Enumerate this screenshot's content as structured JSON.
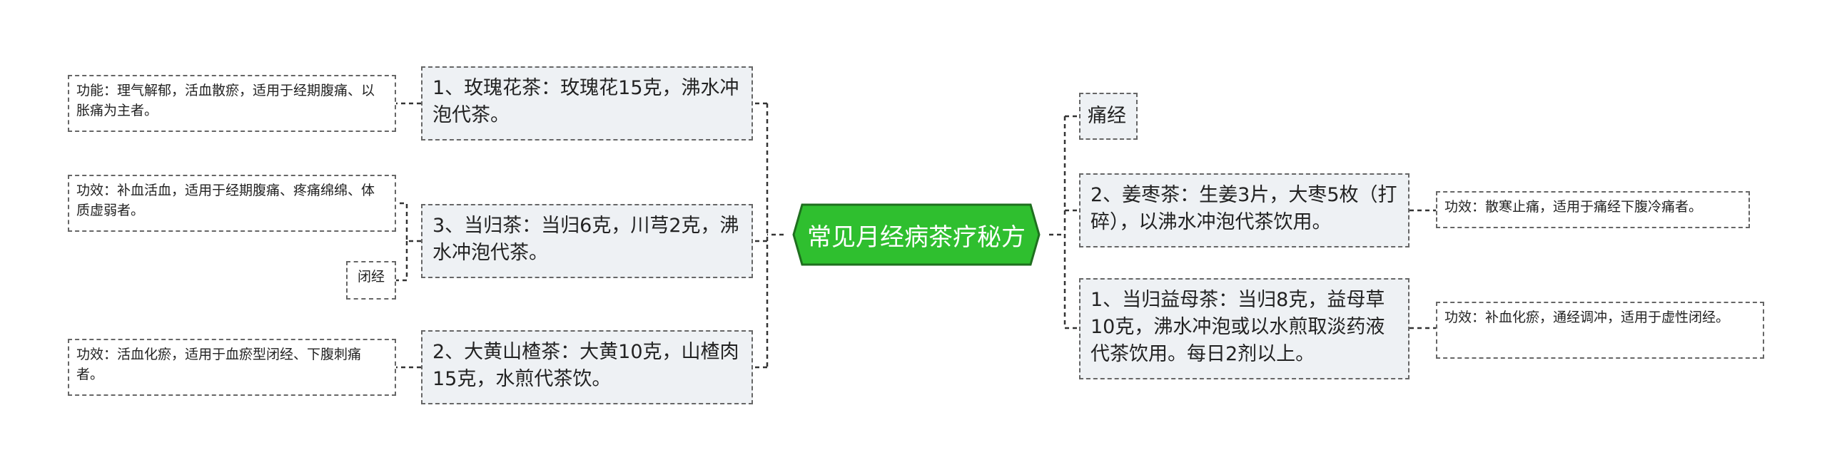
{
  "center": {
    "title": "常见月经病茶疗秘方"
  },
  "left": [
    {
      "text": "1、玫瑰花茶：玫瑰花15克，沸水冲泡代茶。",
      "notes": [
        "功能：理气解郁，活血散瘀，适用于经期腹痛、以胀痛为主者。"
      ]
    },
    {
      "text": "3、当归茶：当归6克，川芎2克，沸水冲泡代茶。",
      "notes": [
        "功效：补血活血，适用于经期腹痛、疼痛绵绵、体质虚弱者。",
        "闭经"
      ]
    },
    {
      "text": "2、大黄山楂茶：大黄10克，山楂肉15克，水煎代茶饮。",
      "notes": [
        "功效：活血化瘀，适用于血瘀型闭经、下腹刺痛者。"
      ]
    }
  ],
  "right": [
    {
      "text": "痛经",
      "notes": []
    },
    {
      "text": "2、姜枣茶：生姜3片，大枣5枚（打碎），以沸水冲泡代茶饮用。",
      "notes": [
        "功效：散寒止痛，适用于痛经下腹冷痛者。"
      ]
    },
    {
      "text": "1、当归益母茶：当归8克，益母草10克，沸水冲泡或以水煎取淡药液代茶饮用。每日2剂以上。",
      "notes": [
        "功效：补血化瘀，通经调冲，适用于虚性闭经。"
      ]
    }
  ],
  "colors": {
    "center_fill": "#2fbf2f",
    "center_border": "#1f6f1f",
    "line": "#333333",
    "box_fill": "#eef1f4"
  }
}
